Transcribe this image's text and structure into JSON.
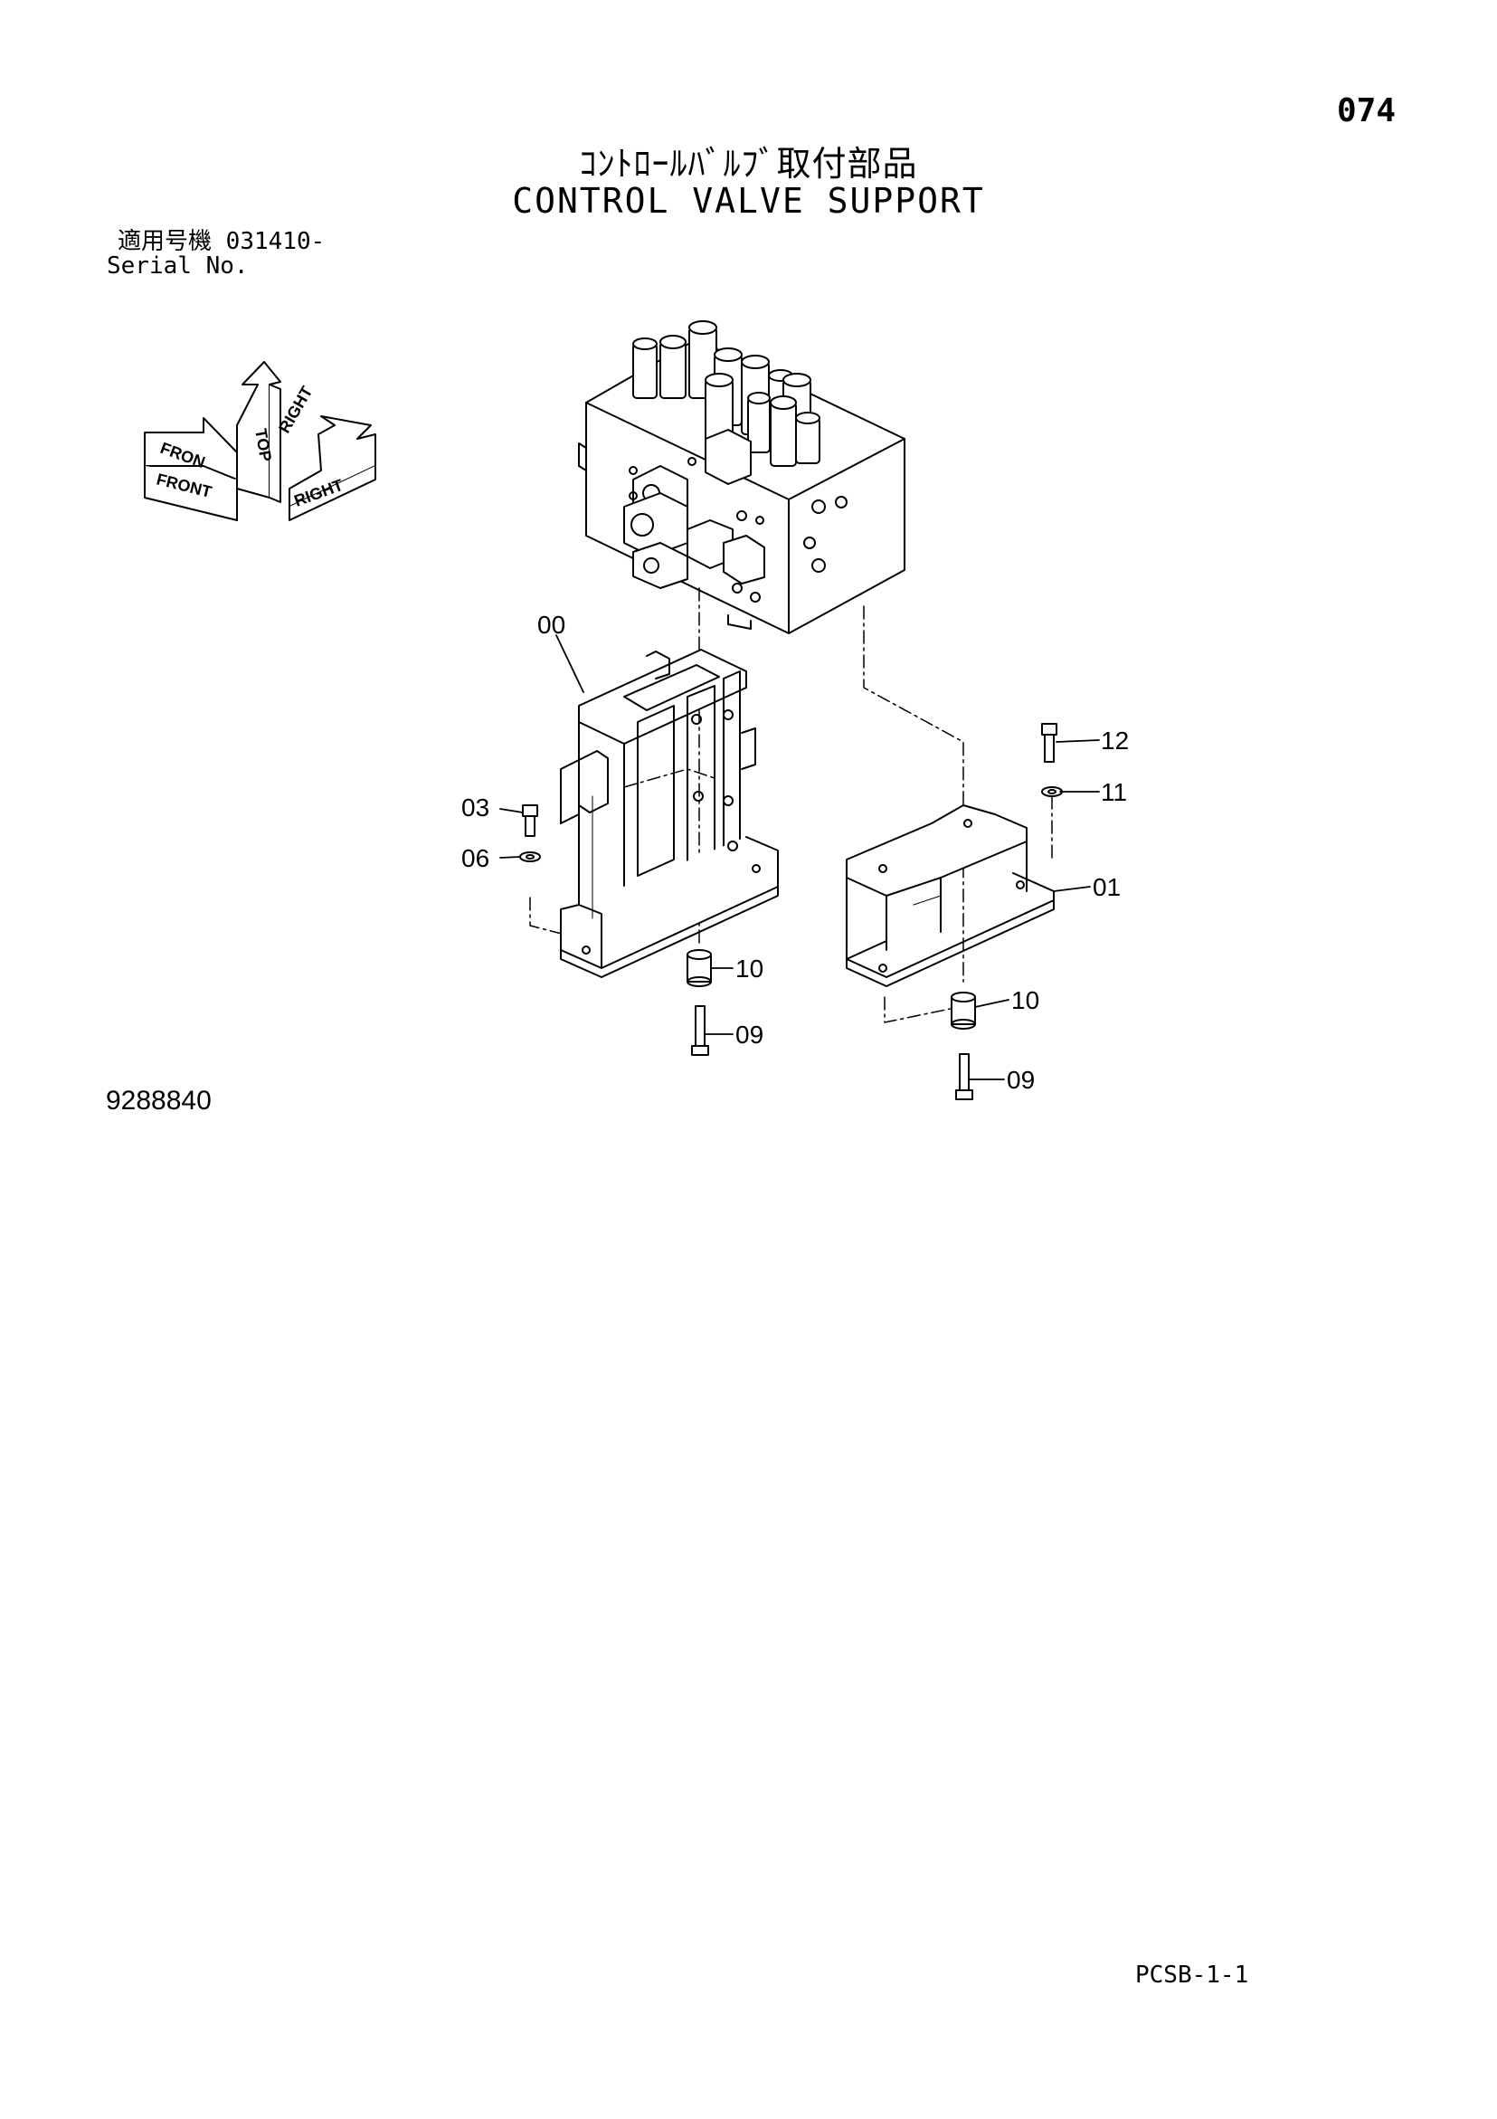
{
  "page_number": "074",
  "title_jp": "ｺﾝﾄﾛｰﾙﾊﾞﾙﾌﾞ取付部品",
  "title_en": "CONTROL VALVE SUPPORT",
  "serial": {
    "label_jp": "適用号機",
    "value": "031410-",
    "label_en": "Serial No."
  },
  "orientation": {
    "top": "TOP",
    "front": "FRONT",
    "right": "RIGHT",
    "front_partial": "FRON",
    "right_partial": "RIGHT"
  },
  "callouts": {
    "c00": "00",
    "c01": "01",
    "c03": "03",
    "c06": "06",
    "c09a": "09",
    "c09b": "09",
    "c10a": "10",
    "c10b": "10",
    "c11": "11",
    "c12": "12"
  },
  "drawing_number": "9288840",
  "sheet_code": "PCSB-1-1"
}
